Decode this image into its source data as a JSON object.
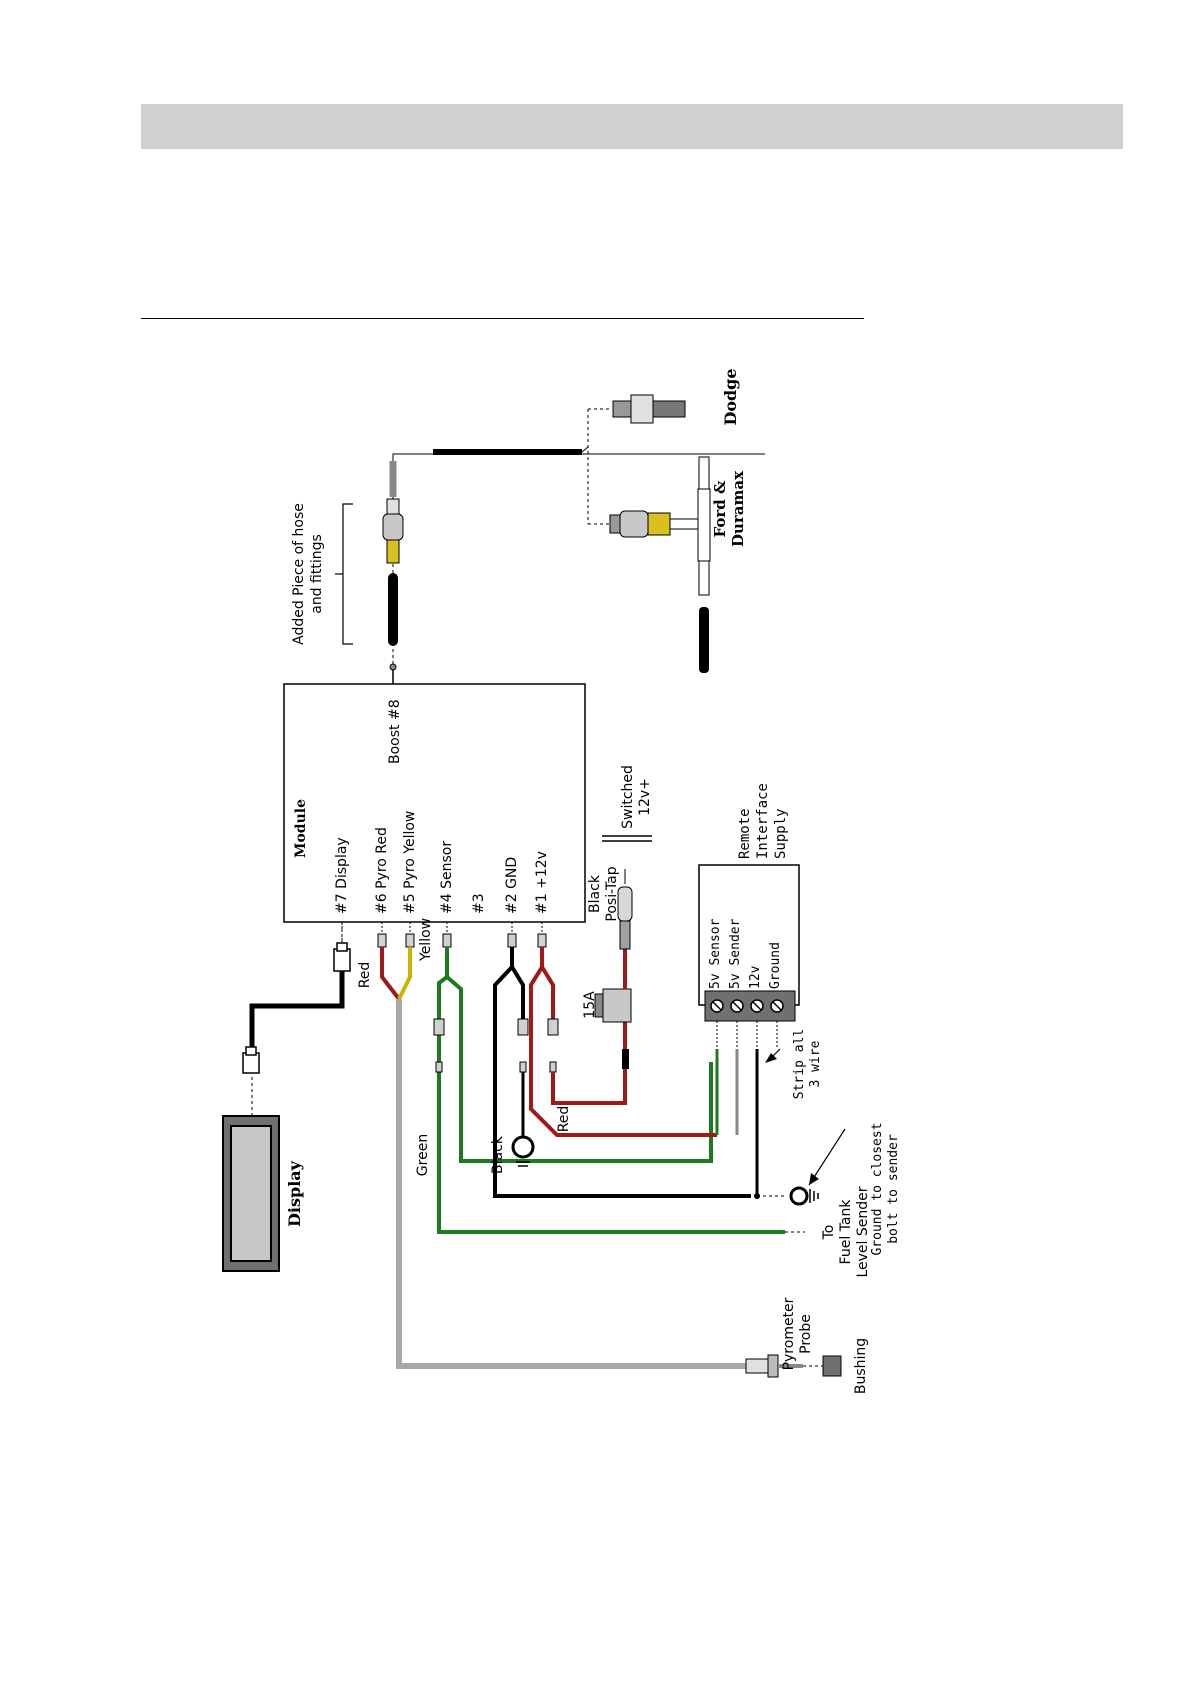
{
  "colors": {
    "wire_red": "#a01818",
    "wire_black": "#000000",
    "wire_green": "#1e7a1e",
    "wire_yellow": "#c8b400",
    "wire_grey": "#a8a8a8",
    "brass": "#d8c020",
    "header_bar": "#d0d0d0"
  },
  "diagram": {
    "module": {
      "title": "Module",
      "pins": {
        "p7": "#7  Display",
        "p6": "#6  Pyro Red",
        "p5": "#5  Pyro Yellow",
        "p4": "#4  Sensor",
        "p3": "#3",
        "p2": "#2  GND",
        "p1": "#1  +12v",
        "p8": "Boost #8"
      }
    },
    "display_label": "Display",
    "hose_label_line1": "Added Piece of hose",
    "hose_label_line2": "and fittings",
    "dodge_label": "Dodge",
    "ford_label_line1": "Ford &",
    "ford_label_line2": "Duramax",
    "wire_labels": {
      "red_top": "Red",
      "yellow": "Yellow",
      "green": "Green",
      "black": "Black",
      "red_bottom": "Red"
    },
    "fuse_label": "15A",
    "posi_tap_line1": "Black",
    "posi_tap_line2": "Posi-Tap",
    "switched_line1": "Switched",
    "switched_line2": "12v+",
    "interface": {
      "terminals": [
        "5v Sensor",
        "5v Sender",
        "12v",
        "Ground"
      ],
      "title_lines": [
        "Remote",
        "Interface",
        "Supply"
      ]
    },
    "strip_line1": "Strip all",
    "strip_line2": "3 wire",
    "ground_line1": "Ground to closest",
    "ground_line2": "bolt to sender",
    "fuel_line1": "To",
    "fuel_line2": "Fuel Tank",
    "fuel_line3": "Level Sender",
    "pyrometer_line1": "Pyrometer",
    "pyrometer_line2": "Probe",
    "bushing_label": "Bushing"
  }
}
